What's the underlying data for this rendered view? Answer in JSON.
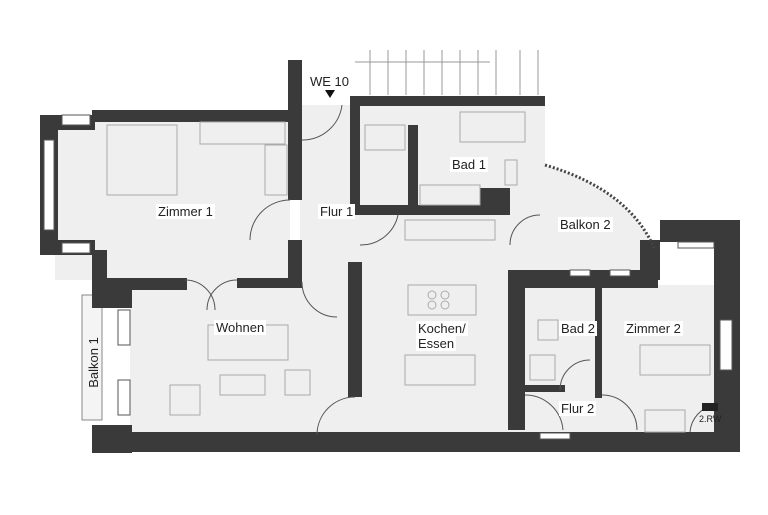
{
  "plan": {
    "entrance_label": "WE 10",
    "escape_route_label": "2.RW",
    "rooms": {
      "zimmer1": "Zimmer 1",
      "flur1": "Flur 1",
      "bad1": "Bad 1",
      "balkon2": "Balkon 2",
      "wohnen": "Wohnen",
      "kochen": "Kochen/",
      "essen": "Essen",
      "bad2": "Bad 2",
      "zimmer2": "Zimmer 2",
      "flur2": "Flur 2",
      "balkon1": "Balkon 1"
    }
  },
  "colors": {
    "wall": "#3a3a3a",
    "floor": "#efefef"
  }
}
